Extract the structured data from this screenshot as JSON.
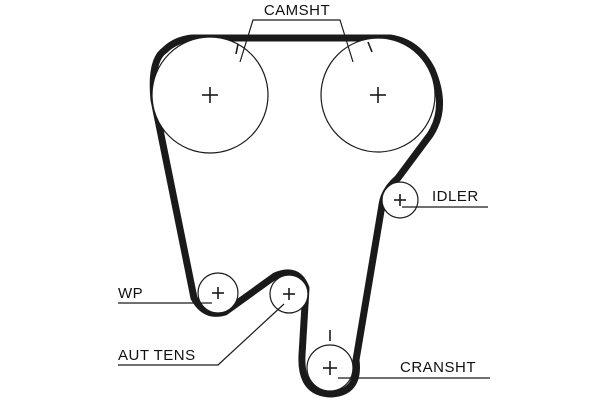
{
  "labels": {
    "camshaft": "CAMSHT",
    "idler": "IDLER",
    "water_pump": "WP",
    "auto_tensioner": "AUT TENS",
    "crankshaft": "CRANSHT"
  },
  "colors": {
    "belt": "#1a1a1a",
    "background": "#ffffff"
  }
}
